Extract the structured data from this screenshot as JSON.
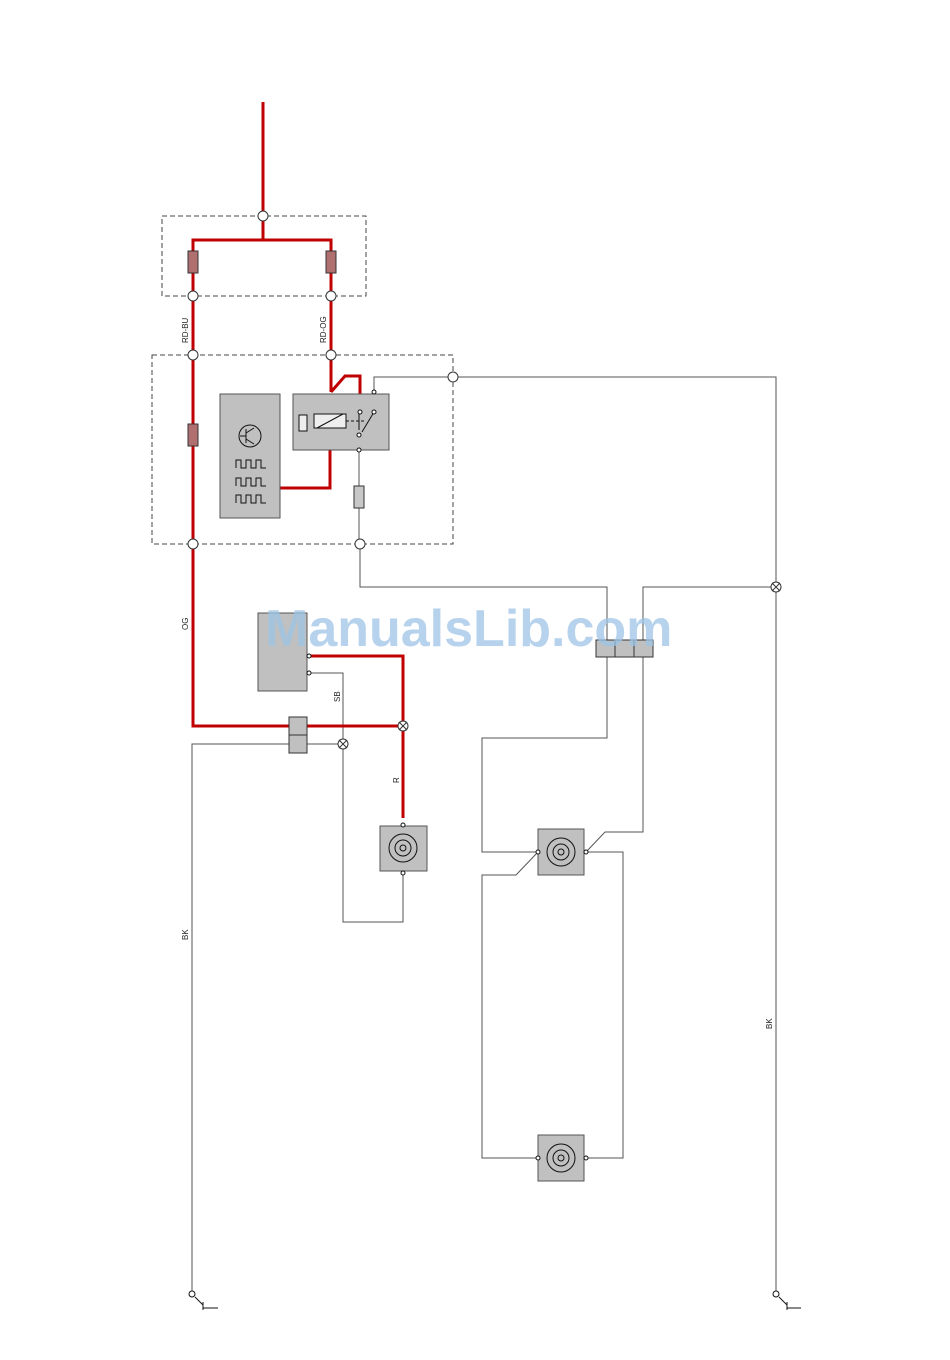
{
  "diagram": {
    "wire_labels": {
      "rd_bu": "RD-BU",
      "rd_og": "RD-OG",
      "og": "OG",
      "sb": "SB",
      "r": "R",
      "bk_left": "BK",
      "bk_right": "BK"
    },
    "watermark": "ManualsLib.com",
    "colors": {
      "power_wire": "#c00000",
      "signal_wire": "#555555",
      "component_fill": "#c0c0c0",
      "fuse_fill": "#b07070",
      "frame_dash": "#444444"
    }
  }
}
